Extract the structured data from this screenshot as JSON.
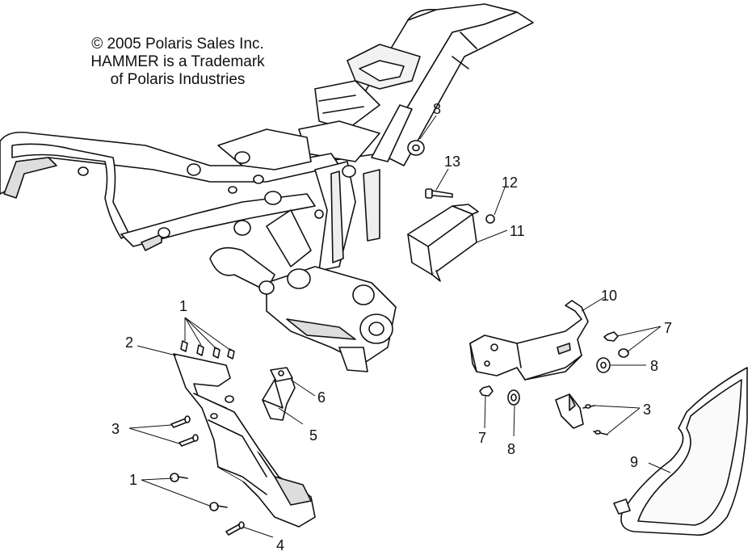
{
  "notice": {
    "line1": "© 2005 Polaris Sales Inc.",
    "line2": "HAMMER is a Trademark",
    "line3": "of Polaris Industries"
  },
  "callouts": [
    {
      "id": "c1a",
      "label": "1"
    },
    {
      "id": "c2",
      "label": "2"
    },
    {
      "id": "c3a",
      "label": "3"
    },
    {
      "id": "c1b",
      "label": "1"
    },
    {
      "id": "c4",
      "label": "4"
    },
    {
      "id": "c5",
      "label": "5"
    },
    {
      "id": "c6",
      "label": "6"
    },
    {
      "id": "c8a",
      "label": "8"
    },
    {
      "id": "c13",
      "label": "13"
    },
    {
      "id": "c12",
      "label": "12"
    },
    {
      "id": "c11",
      "label": "11"
    },
    {
      "id": "c10",
      "label": "10"
    },
    {
      "id": "c7a",
      "label": "7"
    },
    {
      "id": "c8b",
      "label": "8"
    },
    {
      "id": "c3b",
      "label": "3"
    },
    {
      "id": "c7b",
      "label": "7"
    },
    {
      "id": "c8c",
      "label": "8"
    },
    {
      "id": "c9",
      "label": "9"
    }
  ],
  "colors": {
    "line": "#111111",
    "fill": "#ffffff",
    "shade": "#d8d8d8"
  }
}
